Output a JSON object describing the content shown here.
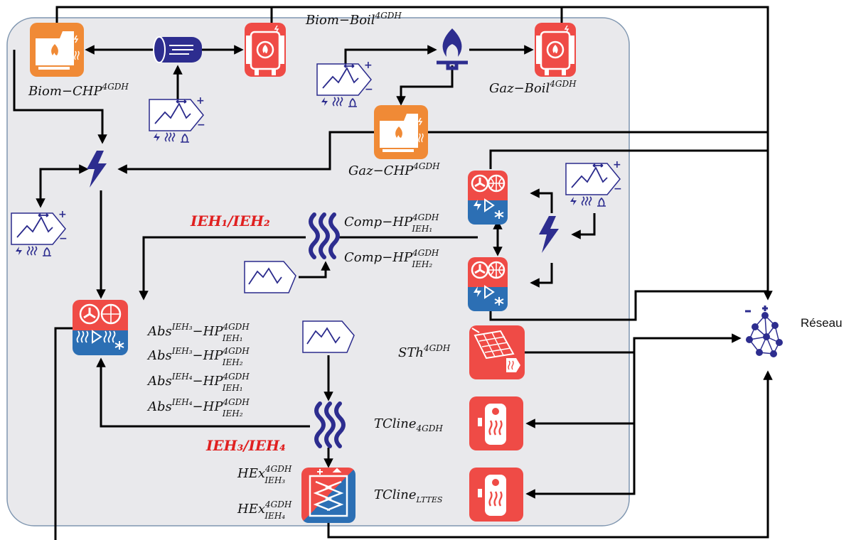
{
  "colors": {
    "container_fill": "#e9e9ec",
    "container_stroke": "#7f96b0",
    "arrow": "#000000",
    "icon_red": "#ef4b46",
    "icon_orange": "#f08a36",
    "icon_navy": "#2d2d8f",
    "icon_blue": "#2c6fb4",
    "label_red": "#e02020"
  },
  "labels": {
    "biom_boil": "Biom−Boil",
    "biom_boil_sup": "4GDH",
    "biom_chp": "Biom−CHP",
    "biom_chp_sup": "4GDH",
    "gaz_boil": "Gaz−Boil",
    "gaz_boil_sup": "4GDH",
    "gaz_chp": "Gaz−CHP",
    "gaz_chp_sup": "4GDH",
    "ieh12": "IEH₁/IEH₂",
    "comp_hp_1": "Comp−HP",
    "comp_hp_1_sup": "4GDH",
    "comp_hp_1_sub": "IEH₁",
    "comp_hp_2": "Comp−HP",
    "comp_hp_2_sup": "4GDH",
    "comp_hp_2_sub": "IEH₂",
    "abs_1": "Abs",
    "abs_1_sup1": "IEH₃",
    "abs_1_mid": "−HP",
    "abs_1_sup2": "4GDH",
    "abs_1_sub": "IEH₁",
    "abs_2": "Abs",
    "abs_2_sup1": "IEH₃",
    "abs_2_mid": "−HP",
    "abs_2_sup2": "4GDH",
    "abs_2_sub": "IEH₂",
    "abs_3": "Abs",
    "abs_3_sup1": "IEH₄",
    "abs_3_mid": "−HP",
    "abs_3_sup2": "4GDH",
    "abs_3_sub": "IEH₁",
    "abs_4": "Abs",
    "abs_4_sup1": "IEH₄",
    "abs_4_mid": "−HP",
    "abs_4_sup2": "4GDH",
    "abs_4_sub": "IEH₂",
    "ieh34": "IEH₃/IEH₄",
    "hex_1": "HEx",
    "hex_1_sup": "4GDH",
    "hex_1_sub": "IEH₃",
    "hex_2": "HEx",
    "hex_2_sup": "4GDH",
    "hex_2_sub": "IEH₄",
    "sth": "STh",
    "sth_sup": "4GDH",
    "tcline_4gdh": "TCline",
    "tcline_4gdh_sub": "4GDH",
    "tcline_lttes": "TCline",
    "tcline_lttes_sub": "LTTES",
    "reseau": "Réseau"
  },
  "icons": [
    "biomass-chp-icon",
    "biomass-log-icon",
    "biomass-boiler-icon",
    "gas-flame-icon",
    "gas-boiler-icon",
    "gas-chp-icon",
    "electricity-bolt-icon",
    "load-curve-icon",
    "compression-heat-pump-icon",
    "absorption-heat-pump-icon",
    "heat-waves-icon",
    "heat-exchanger-icon",
    "solar-thermal-icon",
    "thermal-storage-tank-icon",
    "network-grid-icon"
  ]
}
